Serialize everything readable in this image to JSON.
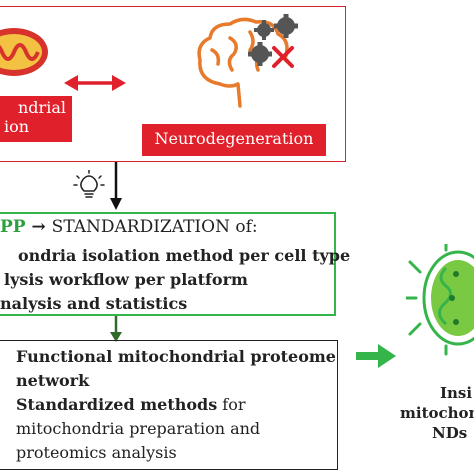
{
  "top": {
    "left_label_line1": "ndrial",
    "left_label_line2": "ion",
    "right_label": "Neurodegeneration"
  },
  "middle": {
    "heading_prefix": "PP",
    "heading_arrow": "→",
    "heading_rest": "STANDARDIZATION of:",
    "items": [
      "ondria isolation method per cell type",
      "lysis workflow per platform",
      "nalysis and statistics"
    ]
  },
  "bottom": {
    "line1": "Functional mitochondrial proteome",
    "line2": "network",
    "line3_bold": "Standardized methods",
    "line3_rest": " for",
    "line4": "mitochondria preparation and",
    "line5": "proteomics analysis"
  },
  "right": {
    "line1": "Insi",
    "line2": "mitochon",
    "line3": "NDs"
  },
  "colors": {
    "red": "#e0212b",
    "green": "#35b449",
    "brain_orange": "#e87a2c"
  }
}
